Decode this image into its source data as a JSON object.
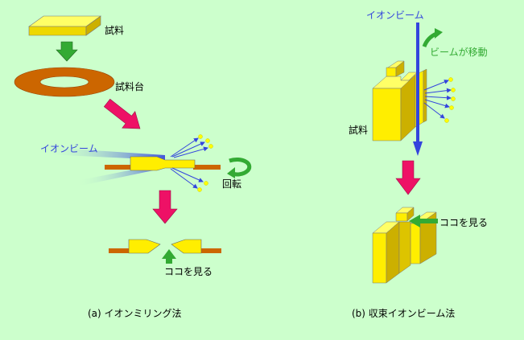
{
  "left": {
    "sample_label": "試料",
    "stage_label": "試料台",
    "ion_beam_label": "イオンビーム",
    "rotate_label": "回転",
    "look_here_label": "ココを見る",
    "caption": "(a) イオンミリング法"
  },
  "right": {
    "ion_beam_label": "イオンビーム",
    "beam_moves_label": "ビームが移動",
    "sample_label": "試料",
    "look_here_label": "ココを見る",
    "caption": "(b) 収束イオンビーム法"
  },
  "colors": {
    "background": "#ccffcc",
    "sample_yellow": "#ffee00",
    "stage_brown": "#cc6600",
    "arrow_green": "#33aa33",
    "arrow_pink": "#ee1166",
    "beam_blue": "#3344dd",
    "sputter_yellow": "#ffff00"
  }
}
